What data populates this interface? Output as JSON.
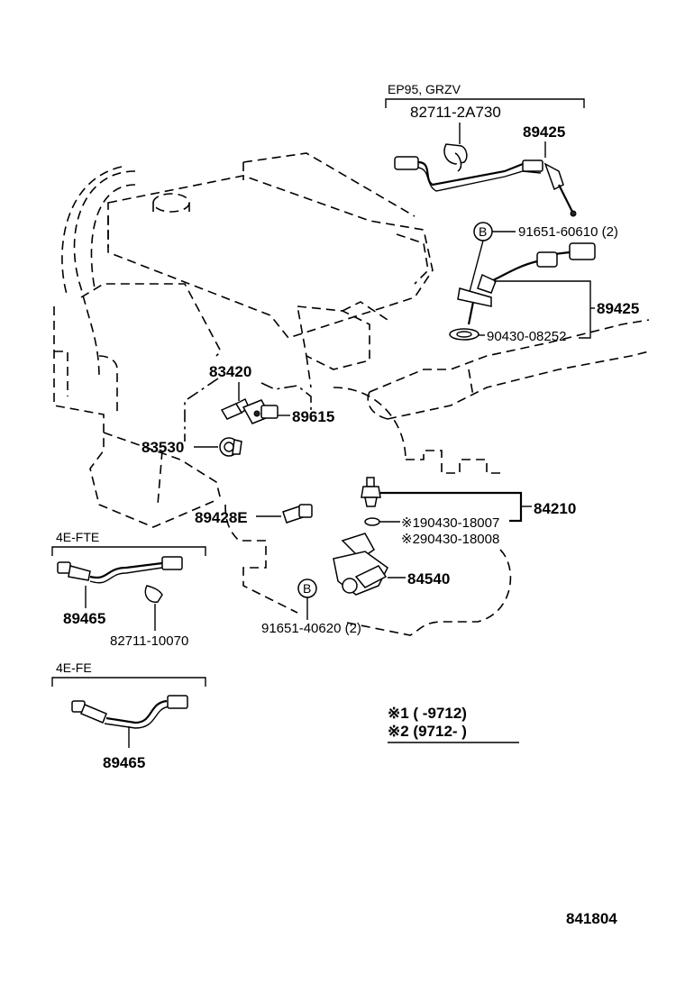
{
  "labels": {
    "ep95": "EP95, GRZV",
    "p_82711_2a730": "82711-2A730",
    "p_89425_a": "89425",
    "p_91651_60610": "91651-60610 (2)",
    "p_89425_b": "89425",
    "p_90430_08252": "90430-08252",
    "p_83420": "83420",
    "p_89615": "89615",
    "p_83530": "83530",
    "p_89428e": "89428E",
    "p_84210": "84210",
    "p_90430_18007": "※190430-18007",
    "p_90430_18008": "※290430-18008",
    "p_84540": "84540",
    "p_91651_40620": "91651-40620 (2)",
    "fte": "4E-FTE",
    "p_89465_a": "89465",
    "p_82711_10070": "82711-10070",
    "fe": "4E-FE",
    "p_89465_b": "89465",
    "b_marker_1": "B",
    "b_marker_2": "B",
    "note1": "※1 (       -9712)",
    "note2": "※2 (9712-         )",
    "figure_no": "841804"
  },
  "icons": [
    "oxygen-sensor-icon",
    "temperature-sensor-icon",
    "oil-pressure-switch-icon",
    "knock-sensor-icon",
    "throttle-position-sensor-icon",
    "idle-speed-control-valve-icon",
    "clamp-icon",
    "gasket-icon"
  ]
}
